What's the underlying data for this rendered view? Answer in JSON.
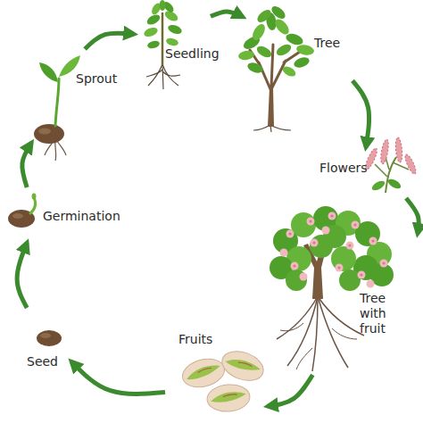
{
  "diagram": {
    "nodes": [
      {
        "text": [
          "Seed"
        ]
      },
      {
        "text": [
          "Germination"
        ]
      },
      {
        "text": [
          "Sprout"
        ]
      },
      {
        "text": [
          "Seedling"
        ]
      },
      {
        "text": [
          "Tree"
        ]
      },
      {
        "text": [
          "Flowers"
        ]
      },
      {
        "text": [
          "Tree with fruit"
        ]
      },
      {
        "text": [
          "Fruits"
        ]
      }
    ],
    "edges": [
      {
        "from": 0,
        "to": 1,
        "arrow": "to"
      },
      {
        "from": 1,
        "to": 2,
        "arrow": "to"
      },
      {
        "from": 2,
        "to": 3,
        "arrow": "to"
      },
      {
        "from": 3,
        "to": 4,
        "arrow": "to"
      },
      {
        "from": 4,
        "to": 5,
        "arrow": "to"
      },
      {
        "from": 5,
        "to": 6,
        "arrow": "to"
      },
      {
        "from": 6,
        "to": 7,
        "arrow": "to"
      },
      {
        "from": 7,
        "to": 0,
        "arrow": "to"
      }
    ]
  }
}
